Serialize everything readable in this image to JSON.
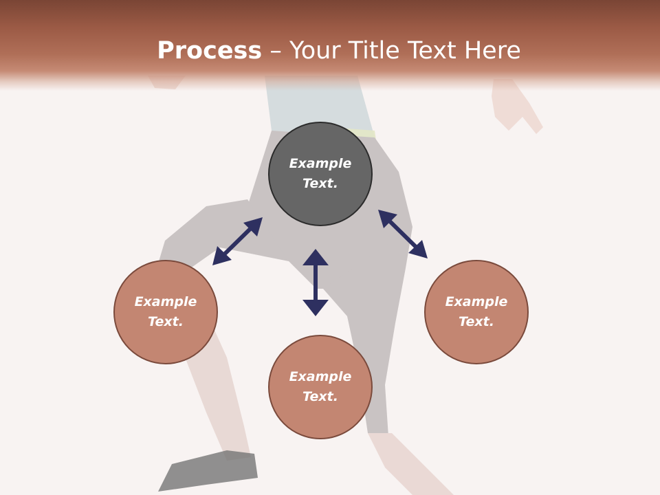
{
  "slide": {
    "title_bold": "Process",
    "title_rest": " – Your Title Text Here"
  },
  "nodes": {
    "center_line1": "Example",
    "center_line2": "Text.",
    "left_line1": "Example",
    "left_line2": "Text.",
    "bottom_line1": "Example",
    "bottom_line2": "Text.",
    "right_line1": "Example",
    "right_line2": "Text."
  },
  "colors": {
    "title_band": "#9b5a45",
    "center_circle": "#666666",
    "outer_circle": "#c38672",
    "arrow": "#2e3060"
  }
}
